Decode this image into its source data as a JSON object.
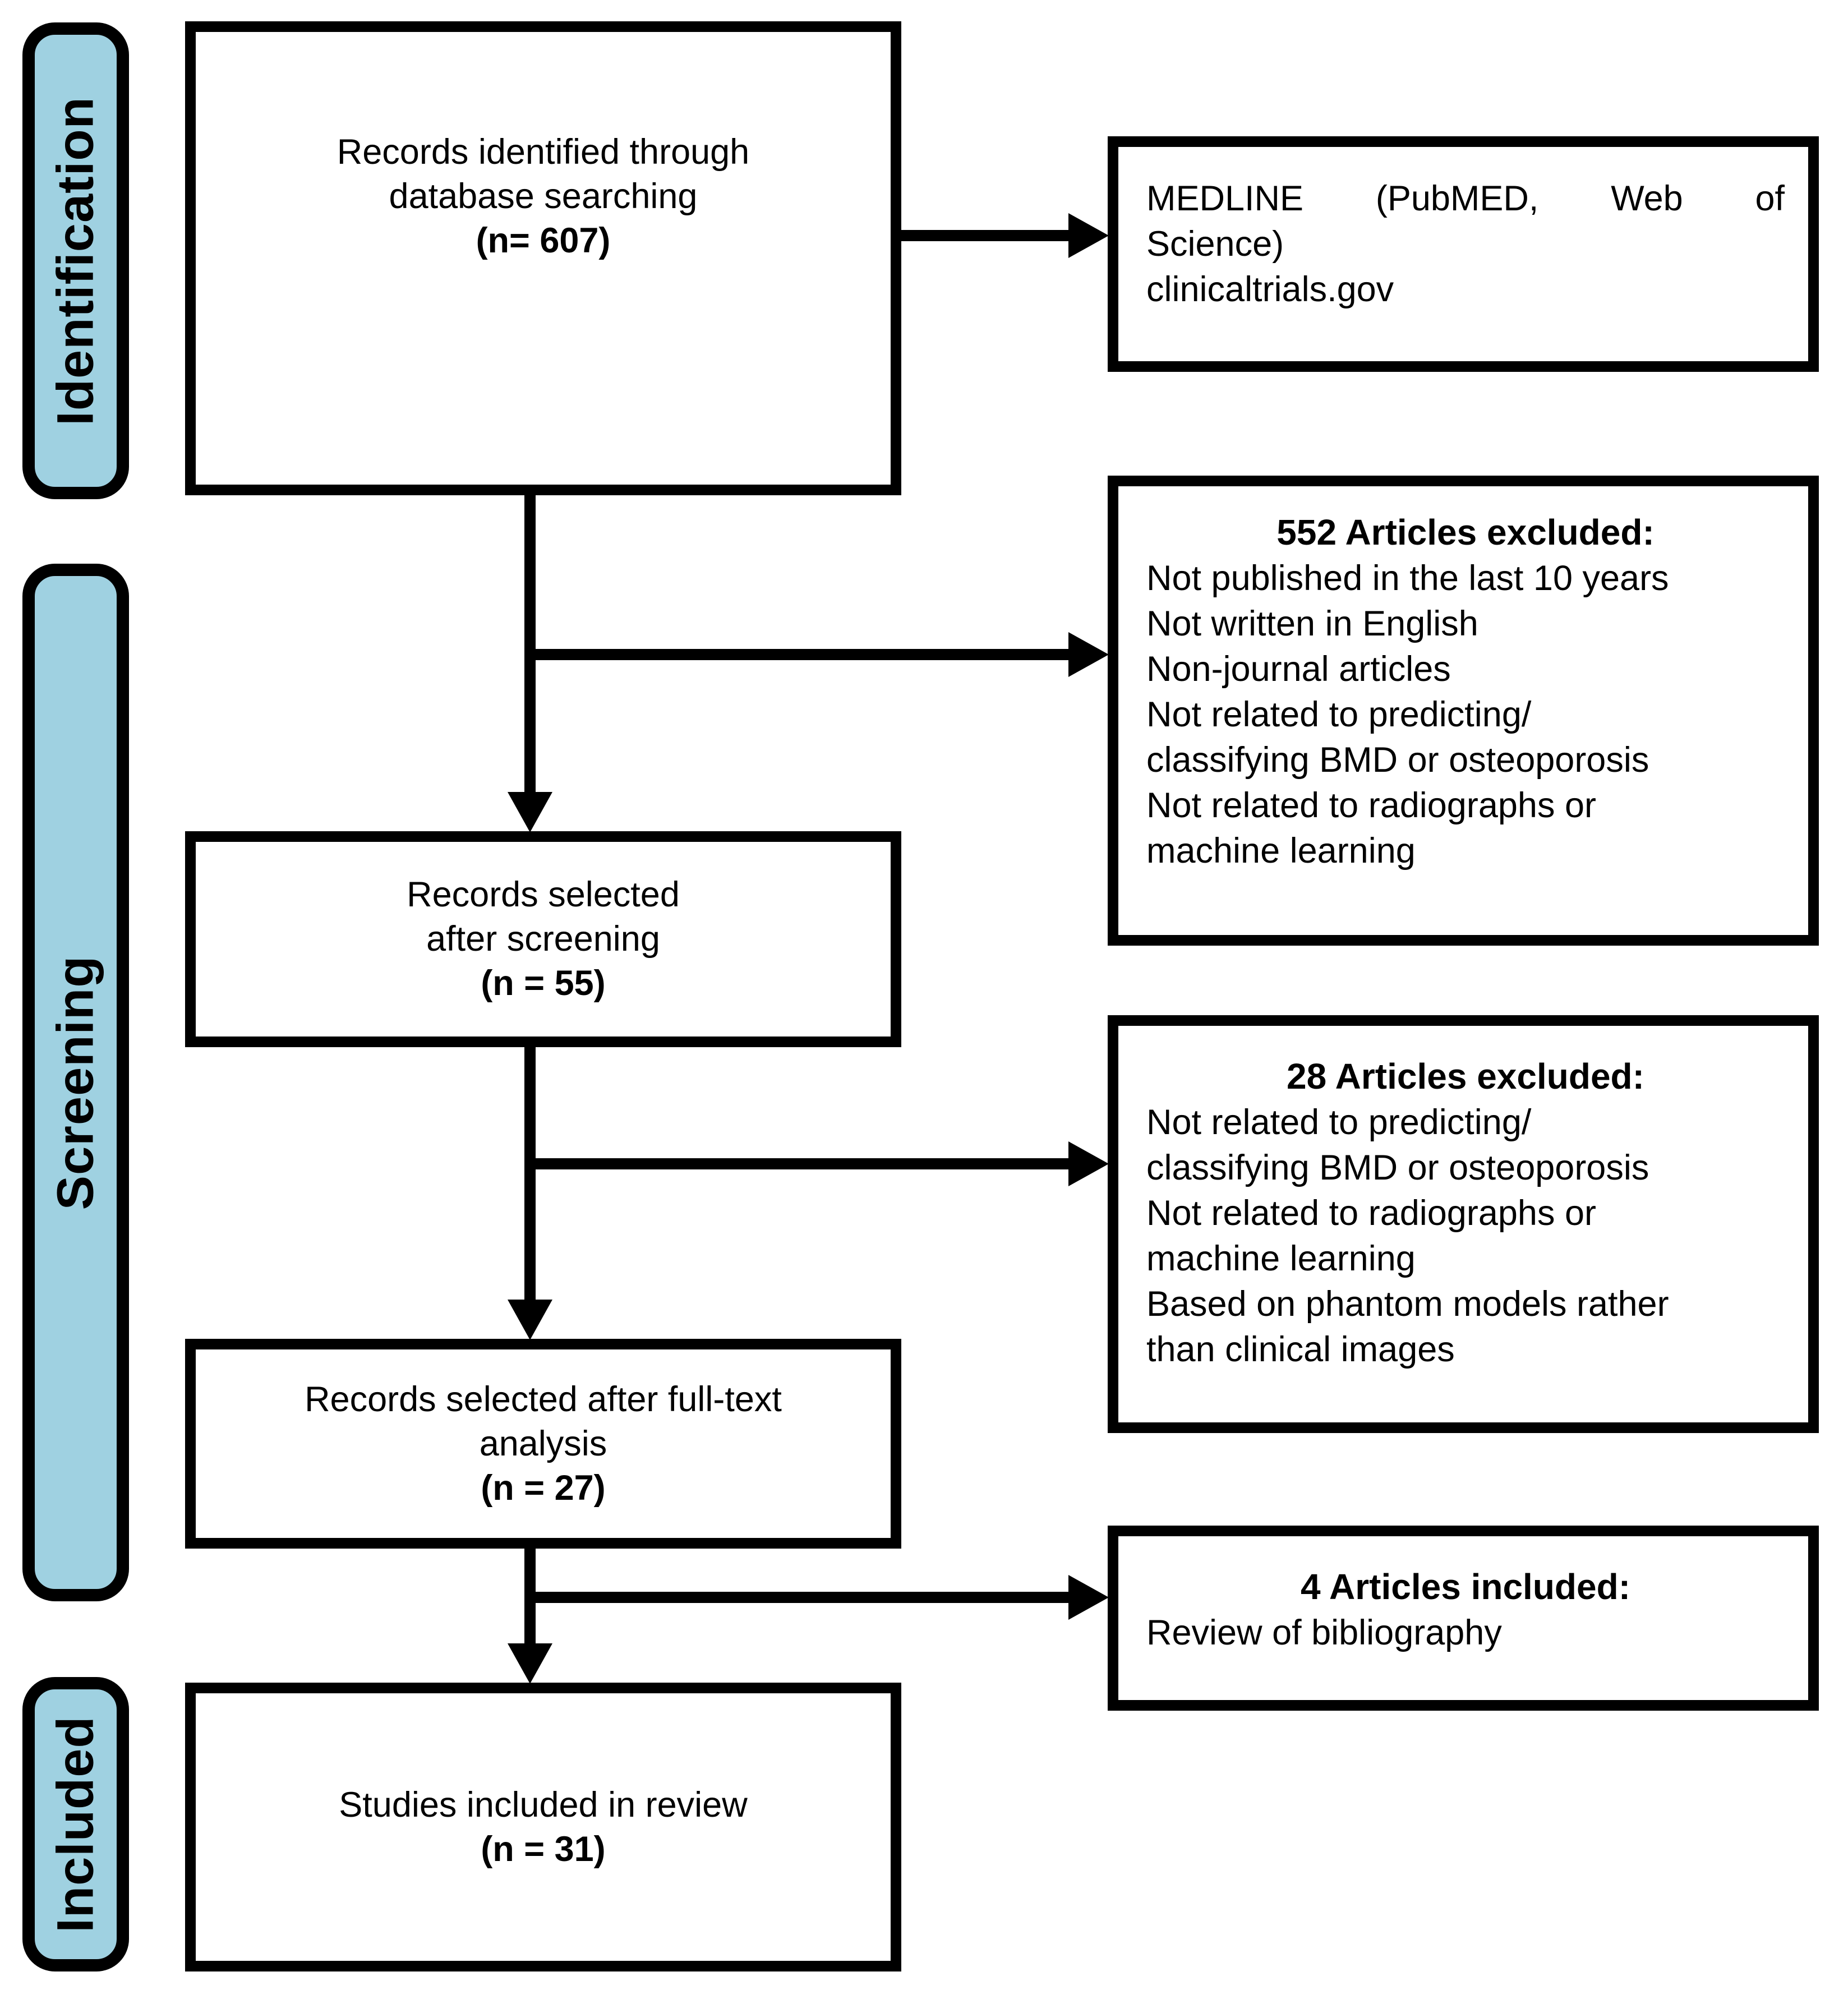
{
  "palette": {
    "background": "#ffffff",
    "stage_fill": "#9fd1e1",
    "line_and_border": "#000000",
    "text": "#000000"
  },
  "stages": [
    {
      "label": "Identification"
    },
    {
      "label": "Screening"
    },
    {
      "label": "Included"
    }
  ],
  "main": {
    "identified": {
      "line1": "Records identified through",
      "line2": "database searching",
      "count": "(n= 607)"
    },
    "screened": {
      "line1": "Records selected",
      "line2": "after screening",
      "count": "(n = 55)"
    },
    "fulltext": {
      "line1": "Records selected after full-text",
      "line2": "analysis",
      "count": "(n = 27)"
    },
    "included": {
      "line1": "Studies included in review",
      "count": "(n = 31)"
    }
  },
  "side": {
    "sources": {
      "line1": "MEDLINE (PubMED, Web of",
      "line2": "Science)",
      "line3": "clinicaltrials.gov"
    },
    "excluded_552": {
      "title": "552 Articles excluded:",
      "reasons": [
        "Not published in the last 10 years",
        "Not written in English",
        "Non-journal articles",
        "Not related to predicting/",
        "classifying BMD or osteoporosis",
        "Not related to radiographs or",
        "machine learning"
      ]
    },
    "excluded_28": {
      "title": "28 Articles excluded:",
      "reasons": [
        "Not related to predicting/",
        "classifying BMD or osteoporosis",
        "Not related to radiographs or",
        "machine learning",
        "Based on phantom models rather",
        "than clinical images"
      ]
    },
    "included_4": {
      "title": "4 Articles included:",
      "reasons": [
        "Review of bibliography"
      ]
    }
  }
}
